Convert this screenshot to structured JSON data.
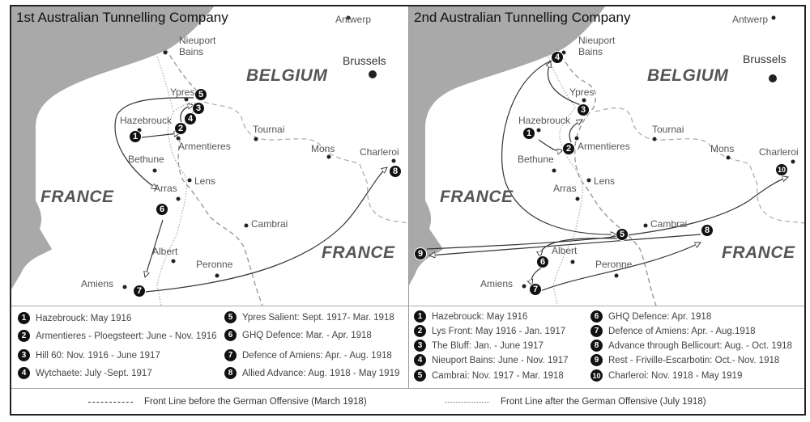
{
  "left_map": {
    "title": "1st Australian Tunnelling Company",
    "countries": {
      "belgium": "BELGIUM",
      "france_west": "FRANCE",
      "france_east": "FRANCE"
    },
    "cities": {
      "antwerp": "Antwerp",
      "nieuport": "Nieuport",
      "nieuport2": "Bains",
      "brussels": "Brussels",
      "ypres": "Ypres",
      "hazebrouck": "Hazebrouck",
      "tournai": "Tournai",
      "armentieres": "Armentieres",
      "mons": "Mons",
      "charleroi": "Charleroi",
      "bethune": "Bethune",
      "lens": "Lens",
      "arras": "Arras",
      "cambrai": "Cambrai",
      "albert": "Albert",
      "peronne": "Peronne",
      "amiens": "Amiens"
    },
    "markers": [
      "1",
      "2",
      "3",
      "4",
      "5",
      "6",
      "7",
      "8"
    ],
    "legend": [
      {
        "num": "1",
        "label": "Hazebrouck: May 1916"
      },
      {
        "num": "2",
        "label": "Armentieres - Ploegsteert: June - Nov. 1916"
      },
      {
        "num": "3",
        "label": "Hill 60: Nov. 1916 - June 1917"
      },
      {
        "num": "4",
        "label": "Wytchaete: July -Sept. 1917"
      },
      {
        "num": "5",
        "label": "Ypres Salient: Sept. 1917- Mar. 1918"
      },
      {
        "num": "6",
        "label": "GHQ Defence: Mar. - Apr. 1918"
      },
      {
        "num": "7",
        "label": "Defence of Amiens: Apr. - Aug. 1918"
      },
      {
        "num": "8",
        "label": "Allied Advance: Aug. 1918 - May 1919"
      }
    ]
  },
  "right_map": {
    "title": "2nd Australian Tunnelling Company",
    "countries": {
      "belgium": "BELGIUM",
      "france_west": "FRANCE",
      "france_east": "FRANCE"
    },
    "cities": {
      "antwerp": "Antwerp",
      "nieuport": "Nieuport",
      "nieuport2": "Bains",
      "brussels": "Brussels",
      "ypres": "Ypres",
      "hazebrouck": "Hazebrouck",
      "tournai": "Tournai",
      "armentieres": "Armentieres",
      "mons": "Mons",
      "charleroi": "Charleroi",
      "bethune": "Bethune",
      "lens": "Lens",
      "arras": "Arras",
      "cambrai": "Cambrai",
      "albert": "Albert",
      "peronne": "Peronne",
      "amiens": "Amiens"
    },
    "markers": [
      "1",
      "2",
      "3",
      "4",
      "5",
      "6",
      "7",
      "8",
      "9",
      "10"
    ],
    "legend": [
      {
        "num": "1",
        "label": "Hazebrouck: May 1916"
      },
      {
        "num": "2",
        "label": "Lys Front: May 1916 - Jan. 1917"
      },
      {
        "num": "3",
        "label": "The Bluff: Jan. - June 1917"
      },
      {
        "num": "4",
        "label": "Nieuport Bains: June - Nov. 1917"
      },
      {
        "num": "5",
        "label": "Cambrai: Nov. 1917 - Mar. 1918"
      },
      {
        "num": "6",
        "label": "GHQ Defence: Apr. 1918"
      },
      {
        "num": "7",
        "label": "Defence of Amiens: Apr. - Aug.1918"
      },
      {
        "num": "8",
        "label": "Advance through Bellicourt: Aug. - Oct. 1918"
      },
      {
        "num": "9",
        "label": "Rest - Friville-Escarbotin: Oct.- Nov. 1918"
      },
      {
        "num": "10",
        "label": "Charleroi: Nov. 1918 - May 1919"
      }
    ]
  },
  "line_legend": {
    "before": "Front Line before the German Offensive (March 1918)",
    "after": "Front Line after the German Offensive (July 1918)"
  },
  "colors": {
    "sea": "#a9a9a9",
    "marker": "#111111",
    "route": "#333333",
    "front_before": "#9a9a9a",
    "front_after": "#b0b0b0"
  }
}
